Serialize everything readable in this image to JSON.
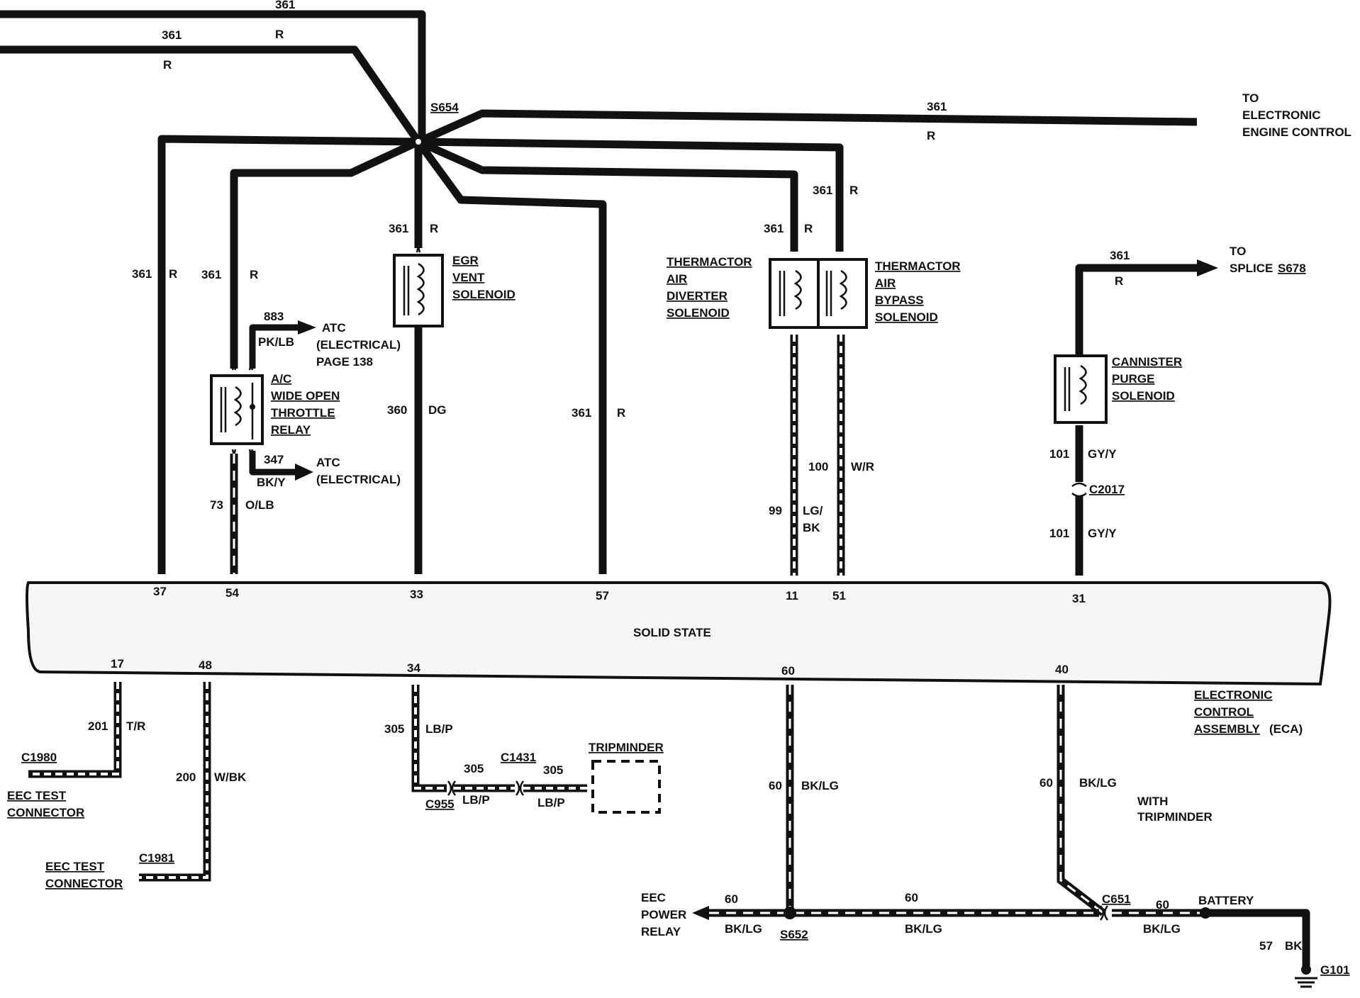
{
  "ground": {
    "ground_id": "G101"
  },
  "splice_labels": {
    "s654": "S654",
    "s652": "S652",
    "to_electronic_engine_control": [
      "TO",
      "ELECTRONIC",
      "ENGINE CONTROL"
    ],
    "to_splice": [
      "TO",
      "SPLICE",
      "S678"
    ]
  },
  "connectors": {
    "c1980": "C1980",
    "c1981": "C1981",
    "c955": "C955",
    "c1431": "C1431",
    "c2017": "C2017",
    "c651": "C651"
  },
  "components": {
    "egr_vent_solenoid": [
      "EGR",
      "VENT",
      "SOLENOID"
    ],
    "ac_wot_relay": [
      "A/C",
      "WIDE OPEN",
      "THROTTLE",
      "RELAY"
    ],
    "thermactor_air_diverter": [
      "THERMACTOR",
      "AIR",
      "DIVERTER",
      "SOLENOID"
    ],
    "thermactor_air_bypass": [
      "THERMACTOR",
      "AIR",
      "BYPASS",
      "SOLENOID"
    ],
    "cannister_purge": [
      "CANNISTER",
      "PURGE",
      "SOLENOID"
    ],
    "tripminder": "TRIPMINDER",
    "eec_test_connector_1": [
      "EEC TEST",
      "CONNECTOR"
    ],
    "eec_test_connector_2": [
      "EEC TEST",
      "CONNECTOR"
    ],
    "eec_power_relay": [
      "EEC",
      "POWER",
      "RELAY"
    ],
    "battery": "BATTERY",
    "atc_1": [
      "ATC",
      "(ELECTRICAL)",
      "PAGE 138"
    ],
    "atc_2": [
      "ATC",
      "(ELECTRICAL)"
    ],
    "with_tripminder": [
      "WITH",
      "TRIPMINDER"
    ]
  },
  "eca": {
    "center_label": "SOLID STATE",
    "assembly_label": [
      "ELECTRONIC",
      "CONTROL",
      "ASSEMBLY",
      "(ECA)"
    ],
    "top_pins": [
      "37",
      "54",
      "33",
      "57",
      "11",
      "51",
      "31"
    ],
    "bottom_pins": [
      "17",
      "48",
      "34",
      "60",
      "40"
    ]
  },
  "wires": {
    "w361": "361",
    "r": "R",
    "w883": "883",
    "pk_lb": "PK/LB",
    "w347": "347",
    "bk_y": "BK/Y",
    "w73": "73",
    "o_lb": "O/LB",
    "w360": "360",
    "dg": "DG",
    "w99": "99",
    "lg_bk": [
      "LG/",
      "BK"
    ],
    "w100": "100",
    "w_r": "W/R",
    "w101": "101",
    "gy_y": "GY/Y",
    "w201": "201",
    "t_r": "T/R",
    "w200": "200",
    "w_bk": "W/BK",
    "w305": "305",
    "lb_p": "LB/P",
    "w60": "60",
    "bk_lg": "BK/LG",
    "w57": "57",
    "bk": "BK"
  }
}
